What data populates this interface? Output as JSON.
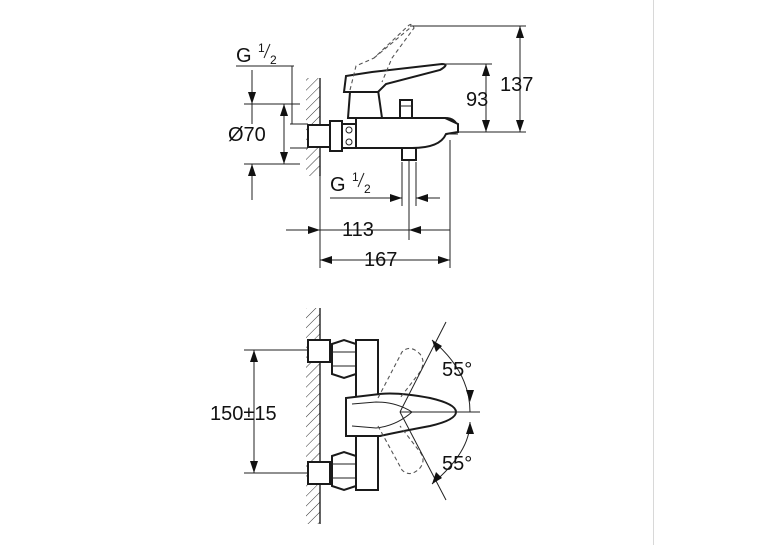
{
  "top_view": {
    "g_thread_top": {
      "g": "G",
      "num": "1",
      "den": "2"
    },
    "diameter": "Ø70",
    "g_thread_outlet": {
      "g": "G",
      "num": "1",
      "den": "2"
    },
    "dim_93": "93",
    "dim_137": "137",
    "dim_113": "113",
    "dim_167": "167"
  },
  "front_view": {
    "centers": "150±15",
    "angle_up": "55°",
    "angle_down": "55°"
  }
}
